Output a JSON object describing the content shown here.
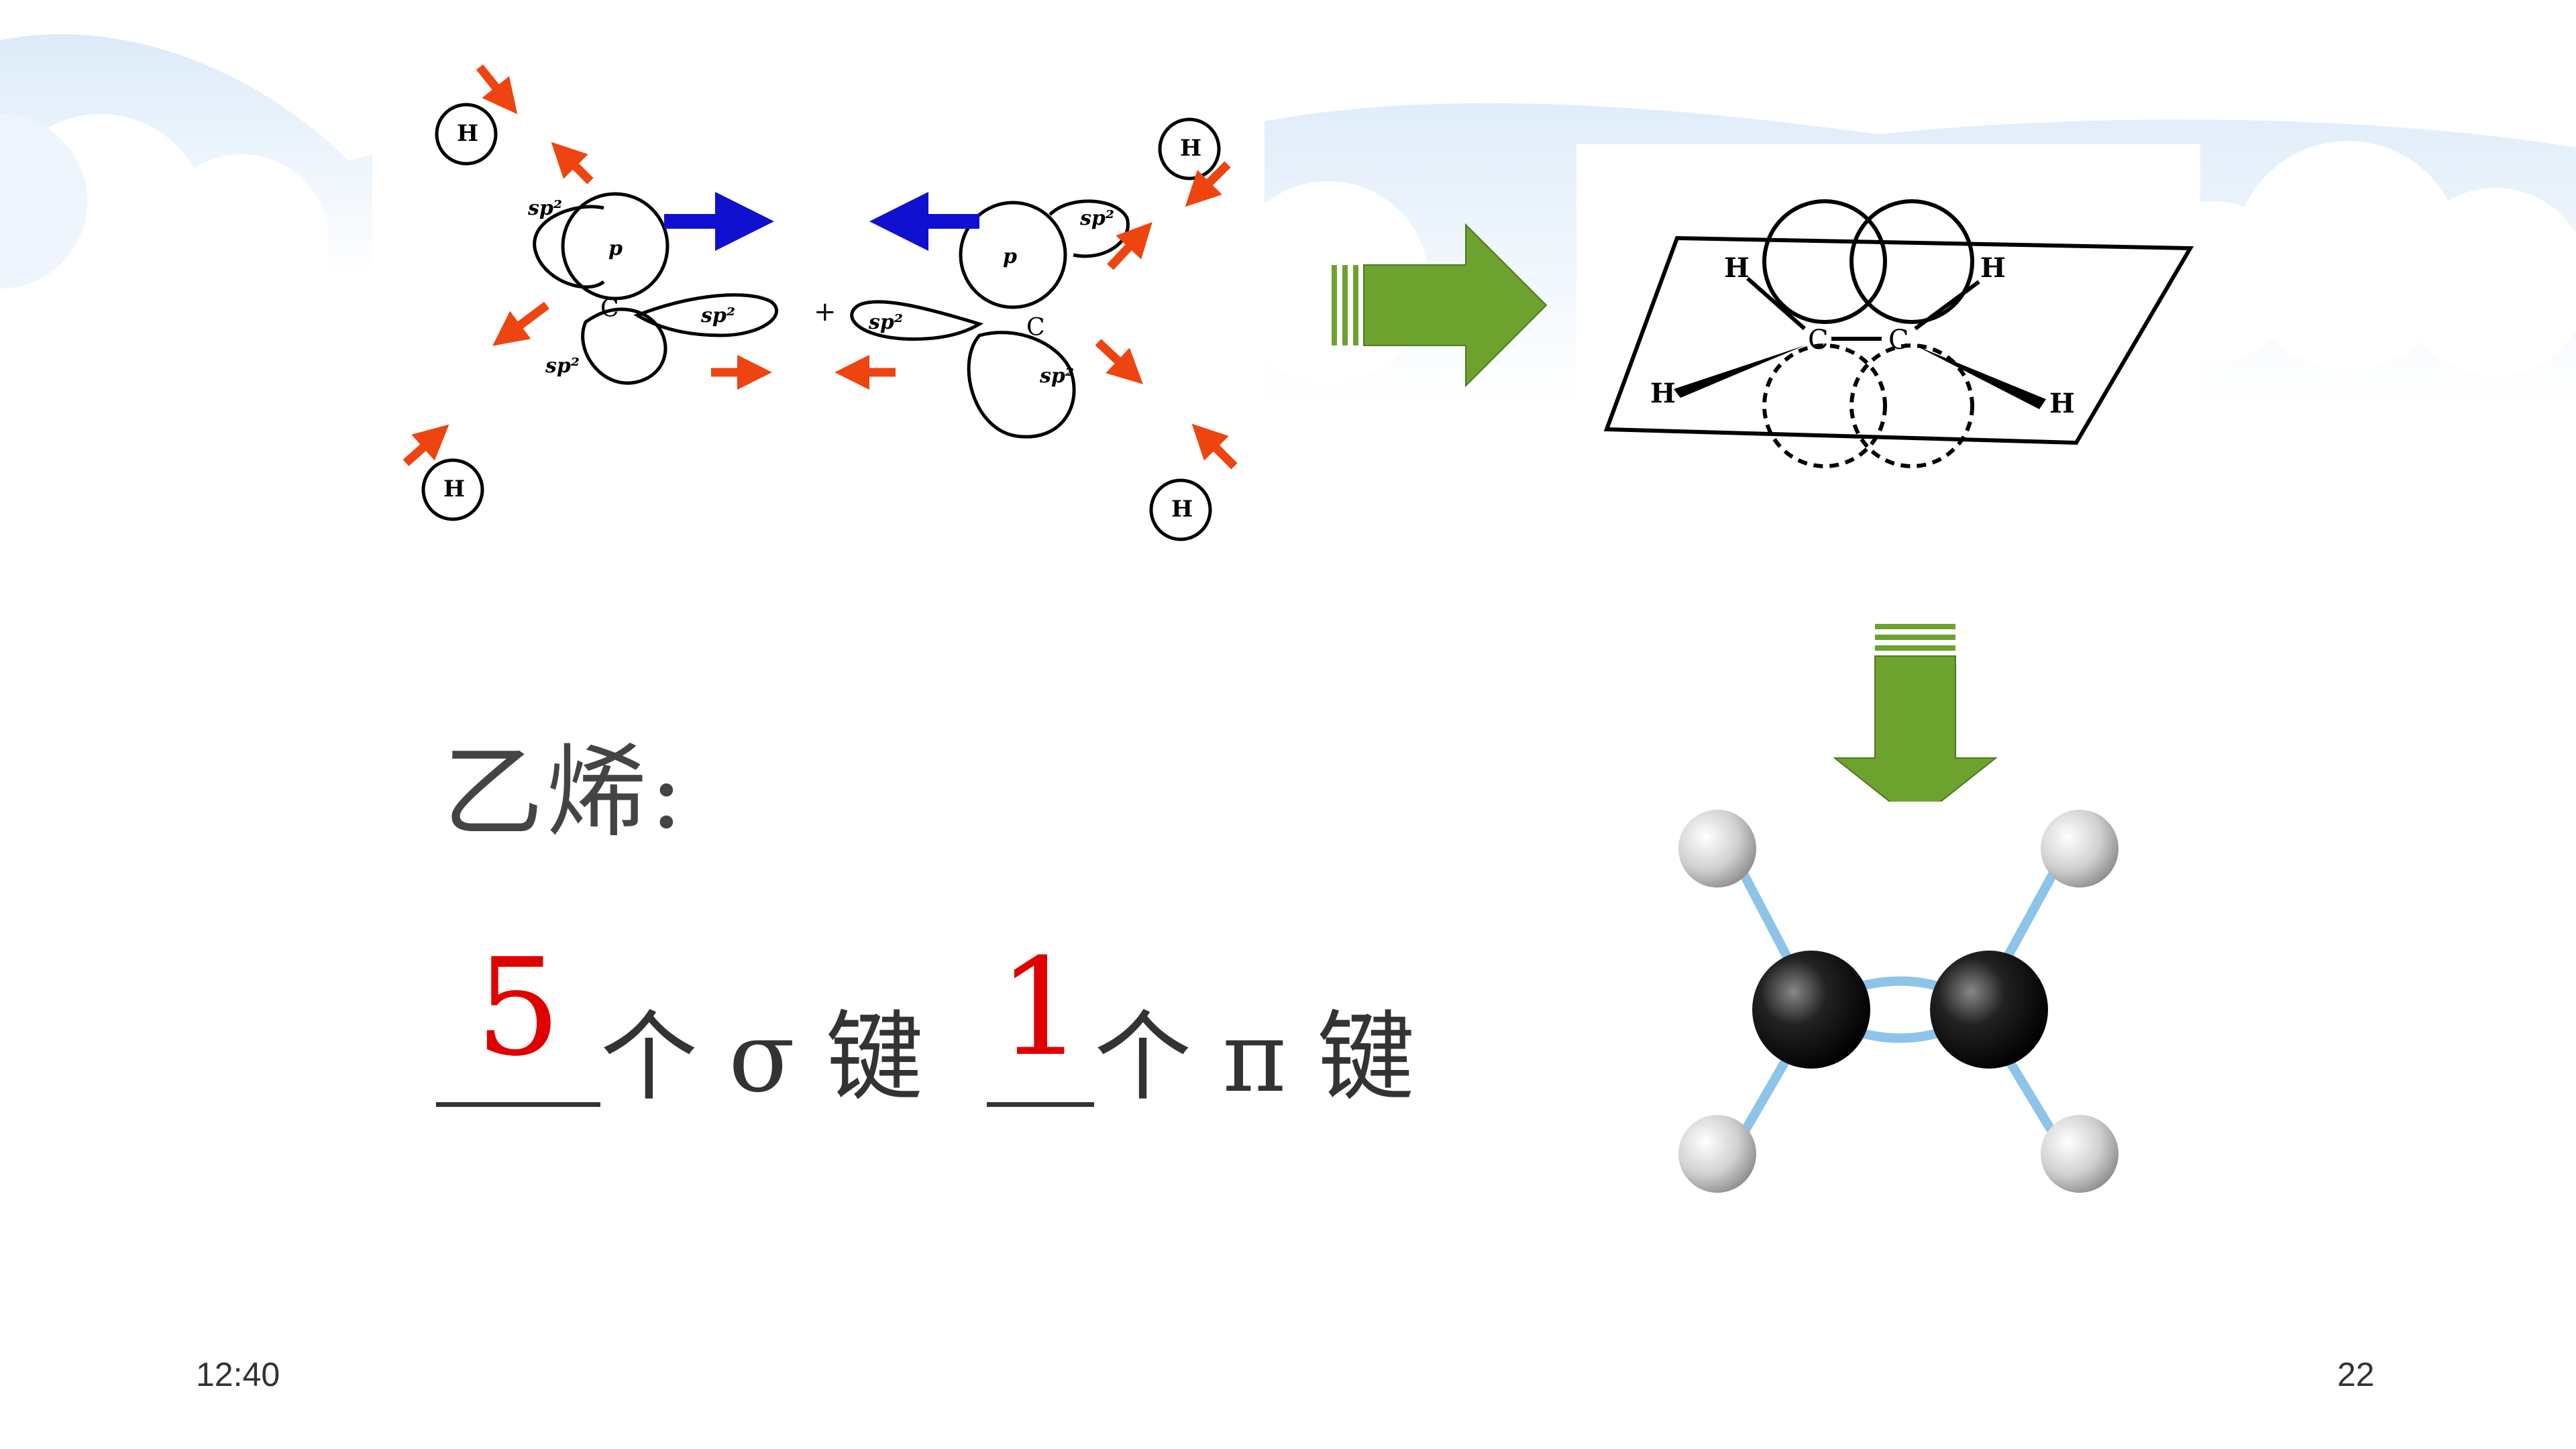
{
  "diagram": {
    "orbital_labels": {
      "H": "H",
      "C": "C",
      "p": "p",
      "sp2": "sp²",
      "plus": "+"
    }
  },
  "text": {
    "title": "乙烯:",
    "sigma_count": "5",
    "sigma_label": "个 σ 键",
    "pi_count": "1",
    "pi_label": "个 π 键"
  },
  "footer": {
    "time": "12:40",
    "page": "22"
  },
  "colors": {
    "red_arrow": "#ee4410",
    "blue_arrow": "#1010d0",
    "green_arrow": "#6ea22e",
    "answer_red": "#e00000"
  }
}
